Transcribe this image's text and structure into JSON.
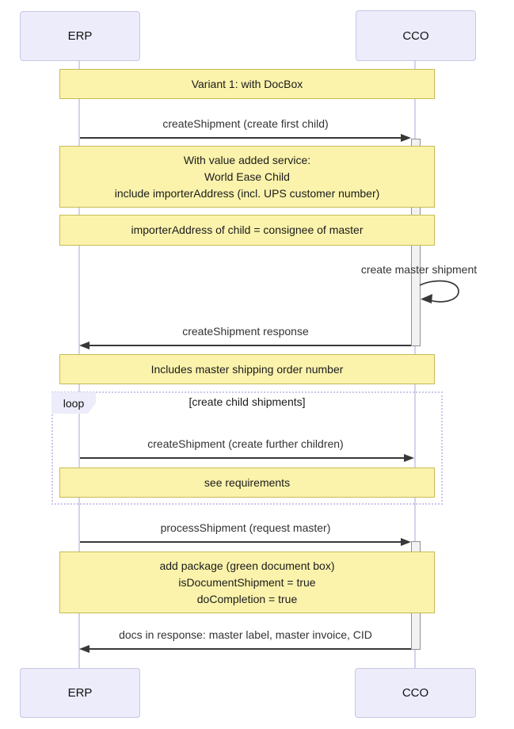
{
  "participants": {
    "left": {
      "label": "ERP"
    },
    "right": {
      "label": "CCO"
    }
  },
  "notes": [
    {
      "text": "Variant 1: with DocBox"
    },
    {
      "lines": [
        "With value added service:",
        "World Ease Child",
        "include importerAddress (incl. UPS customer number)"
      ]
    },
    {
      "text": "importerAddress of child = consignee of master"
    },
    {
      "text": "Includes master shipping order number"
    },
    {
      "text": "see requirements"
    },
    {
      "lines": [
        "add package (green document box)",
        "isDocumentShipment = true",
        "doCompletion = true"
      ]
    }
  ],
  "messages": [
    {
      "label": "createShipment (create first child)",
      "from": "ERP",
      "to": "CCO",
      "type": "call"
    },
    {
      "label": "create master shipment",
      "from": "CCO",
      "to": "CCO",
      "type": "self"
    },
    {
      "label": "createShipment response",
      "from": "CCO",
      "to": "ERP",
      "type": "return"
    },
    {
      "label": "createShipment (create further children)",
      "from": "ERP",
      "to": "CCO",
      "type": "call"
    },
    {
      "label": "processShipment (request master)",
      "from": "ERP",
      "to": "CCO",
      "type": "call"
    },
    {
      "label": "docs in response: master label, master invoice, CID",
      "from": "CCO",
      "to": "ERP",
      "type": "return"
    }
  ],
  "loop": {
    "label": "loop",
    "condition": "[create child shipments]"
  },
  "colors": {
    "participant_fill": "#ECECFB",
    "participant_border": "#C9C7E4",
    "note_fill": "#FBF3AC",
    "note_border": "#C5BB56",
    "lifeline": "#D6D2EC",
    "arrow": "#383838",
    "activation_fill": "#F2F2F2",
    "activation_border": "#919191",
    "loop_border": "#CCC6EC",
    "text": "#1A1A1A"
  }
}
